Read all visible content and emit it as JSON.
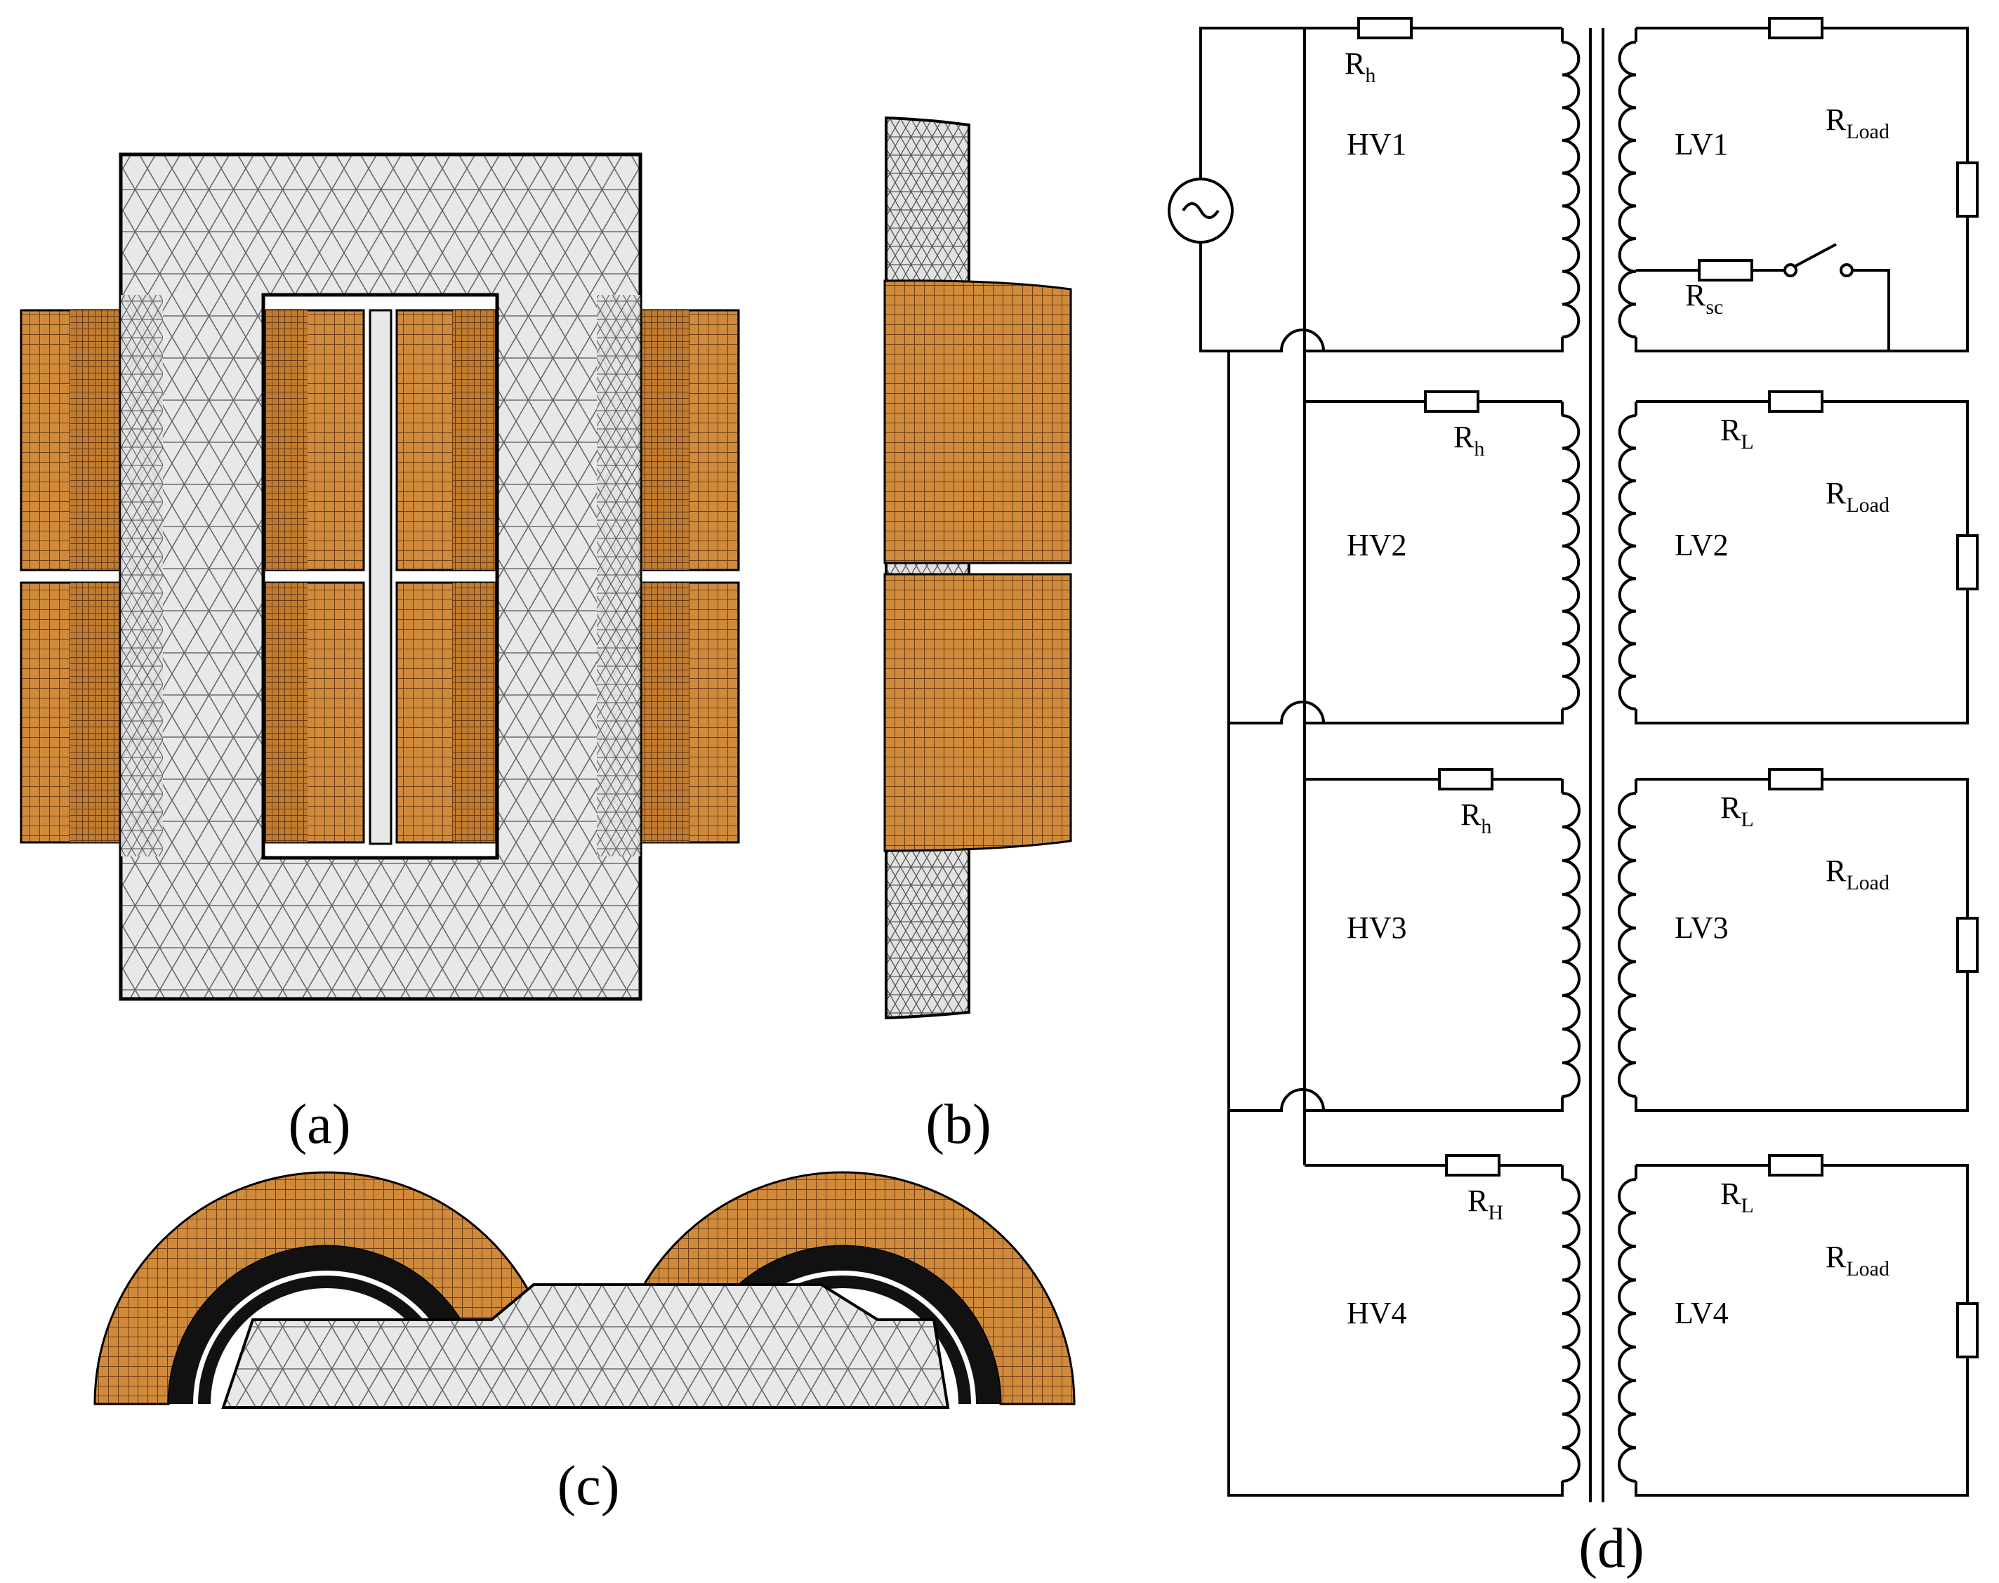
{
  "captions": {
    "a": "(a)",
    "b": "(b)",
    "c": "(c)",
    "d": "(d)"
  },
  "colors": {
    "winding": "#d08a3c",
    "winding_grid": "#6e3f14",
    "core": "#e8e8e8",
    "mesh": "#555555",
    "wire": "#000000"
  },
  "circuit": {
    "hv_labels": [
      "HV1",
      "HV2",
      "HV3",
      "HV4"
    ],
    "lv_labels": [
      "LV1",
      "LV2",
      "LV3",
      "LV4"
    ],
    "hv_resistors": [
      {
        "main": "R",
        "sub": "h"
      },
      {
        "main": "R",
        "sub": "h"
      },
      {
        "main": "R",
        "sub": "h"
      },
      {
        "main": "R",
        "sub": "H"
      }
    ],
    "load_resistors": [
      {
        "main": "R",
        "sub": "Load"
      },
      {
        "main": "R",
        "sub": "Load"
      },
      {
        "main": "R",
        "sub": "Load"
      },
      {
        "main": "R",
        "sub": "Load"
      }
    ],
    "lv_series_resistors": [
      null,
      {
        "main": "R",
        "sub": "L"
      },
      {
        "main": "R",
        "sub": "L"
      },
      {
        "main": "R",
        "sub": "L"
      }
    ],
    "short_circuit_resistor": {
      "main": "R",
      "sub": "sc"
    },
    "source_icon": "ac-source-icon",
    "switch_icon": "switch-icon"
  }
}
